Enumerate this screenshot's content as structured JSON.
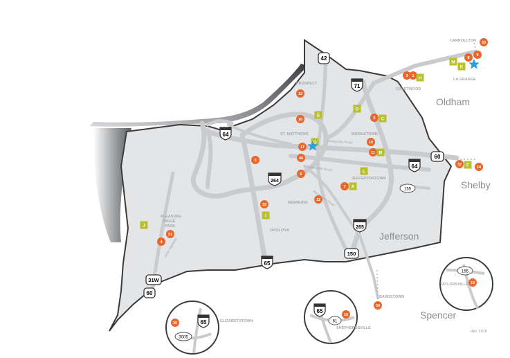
{
  "colors": {
    "county_fill": "#e4e5e7",
    "county_stroke": "#3a3a3a",
    "road": "#c9cbce",
    "orange": "#e8672c",
    "green": "#b7c12a",
    "star": "#2a9fd8",
    "label_dark": "#8c8f93",
    "label_light": "#a6a9ac"
  },
  "region_labels": {
    "oldham": "Oldham",
    "shelby": "Shelby",
    "jefferson": "Jefferson",
    "spencer": "Spencer"
  },
  "place_labels": {
    "carrollton": "CARROLLTON",
    "la_grange": "LA GRANGE",
    "crestwood": "CRESTWOOD",
    "prospect": "PROSPECT",
    "st_matthews": "ST. MATTHEWS",
    "middletown": "MIDDLETOWN",
    "jeffersontown": "JEFFERSONTOWN",
    "newburg": "NEWBURG",
    "okolona": "OKOLONA",
    "pleasure": "PLEASURE",
    "ridge": "RIDGE",
    "park": "PARK",
    "bardstown": "BARDSTOWN",
    "elizabethtown": "ELIZABETHTOWN",
    "shepherdsville": "SHEPHERDSVILLE",
    "taylorsville": "TAYLORSVILLE"
  },
  "road_labels": {
    "shelbyville_road": "Shelbyville Road",
    "taylorsville_road": "Taylorsville Road",
    "bardstown_road": "Bardstown Road",
    "dixie_highway": "Dixie Highway"
  },
  "shields": {
    "i71": "71",
    "i64_north": "64",
    "i64_east": "64",
    "i264": "264",
    "i265": "265",
    "i65": "65",
    "i65_inset1": "65",
    "i65_inset2": "65",
    "us42": "42",
    "us60_east": "60",
    "us60_west": "60",
    "us31w": "31W",
    "us150": "150",
    "ky155": "155",
    "ky155_inset": "155",
    "ky61": "61",
    "ky3005": "3005"
  },
  "orange_markers": [
    "30",
    "9",
    "8",
    "3",
    "1",
    "13",
    "16",
    "5",
    "10",
    "17",
    "46",
    "11",
    "3",
    "6",
    "7",
    "33",
    "12",
    "31",
    "4",
    "32",
    "14",
    "34",
    "35",
    "15",
    "18"
  ],
  "green_markers": [
    "M",
    "K",
    "H",
    "E",
    "D",
    "C",
    "G",
    "B",
    "L",
    "A",
    "F",
    "I",
    "J"
  ],
  "revision": "Rev. 11/19"
}
